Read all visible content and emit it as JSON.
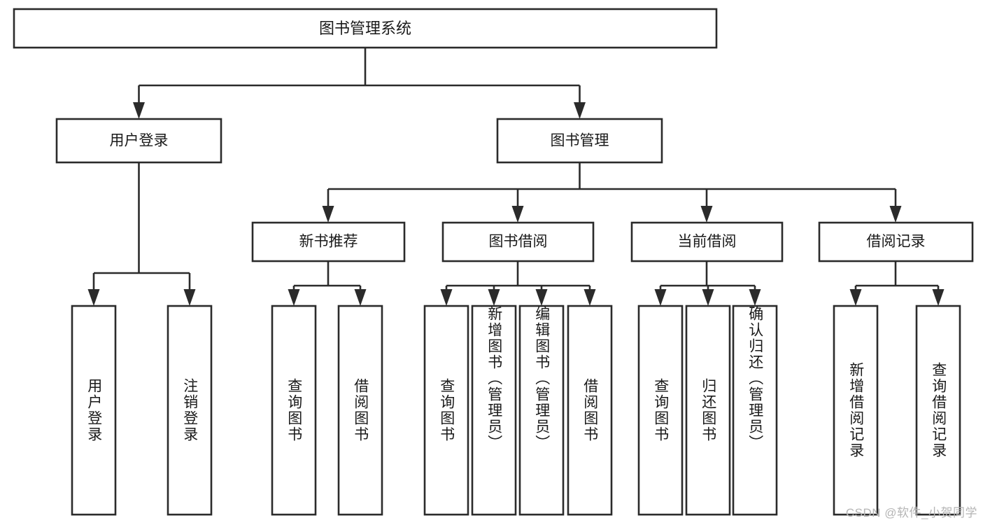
{
  "diagram": {
    "type": "tree-hierarchy",
    "title": "图书管理系统",
    "root": {
      "id": "root",
      "label": "图书管理系统",
      "orientation": "horizontal"
    },
    "level2": [
      {
        "id": "user-login",
        "label": "用户登录",
        "orientation": "horizontal"
      },
      {
        "id": "book-manage",
        "label": "图书管理",
        "orientation": "horizontal"
      }
    ],
    "level3": [
      {
        "id": "new-book-recommend",
        "label": "新书推荐",
        "orientation": "horizontal",
        "parent": "book-manage"
      },
      {
        "id": "book-borrow",
        "label": "图书借阅",
        "orientation": "horizontal",
        "parent": "book-manage"
      },
      {
        "id": "current-borrow",
        "label": "当前借阅",
        "orientation": "horizontal",
        "parent": "book-manage"
      },
      {
        "id": "borrow-record",
        "label": "借阅记录",
        "orientation": "horizontal",
        "parent": "book-manage"
      }
    ],
    "leaves": [
      {
        "id": "leaf-user-login",
        "label": "用户登录",
        "orientation": "vertical",
        "parent": "user-login"
      },
      {
        "id": "leaf-logout-login",
        "label": "注销登录",
        "orientation": "vertical",
        "parent": "user-login"
      },
      {
        "id": "leaf-query-book-1",
        "label": "查询图书",
        "orientation": "vertical",
        "parent": "new-book-recommend"
      },
      {
        "id": "leaf-borrow-book-1",
        "label": "借阅图书",
        "orientation": "vertical",
        "parent": "new-book-recommend"
      },
      {
        "id": "leaf-query-book-2",
        "label": "查询图书",
        "orientation": "vertical",
        "parent": "book-borrow"
      },
      {
        "id": "leaf-add-book",
        "label": "新增图书（管理员）",
        "orientation": "vertical",
        "parent": "book-borrow"
      },
      {
        "id": "leaf-edit-book",
        "label": "编辑图书（管理员）",
        "orientation": "vertical",
        "parent": "book-borrow"
      },
      {
        "id": "leaf-borrow-book-2",
        "label": "借阅图书",
        "orientation": "vertical",
        "parent": "book-borrow"
      },
      {
        "id": "leaf-query-book-3",
        "label": "查询图书",
        "orientation": "vertical",
        "parent": "current-borrow"
      },
      {
        "id": "leaf-return-book",
        "label": "归还图书",
        "orientation": "vertical",
        "parent": "current-borrow"
      },
      {
        "id": "leaf-confirm-return",
        "label": "确认归还（管理员）",
        "orientation": "vertical",
        "parent": "current-borrow"
      },
      {
        "id": "leaf-add-record",
        "label": "新增借阅记录",
        "orientation": "vertical",
        "parent": "borrow-record"
      },
      {
        "id": "leaf-query-record",
        "label": "查询借阅记录",
        "orientation": "vertical",
        "parent": "borrow-record"
      }
    ],
    "colors": {
      "background": "#ffffff",
      "box_fill": "#ffffff",
      "box_stroke": "#2b2b2b",
      "connector": "#2b2b2b",
      "text": "#1a1a1a",
      "watermark": "#b5b5b5"
    }
  },
  "watermark": {
    "text": "CSDN @软件_小贺同学"
  }
}
